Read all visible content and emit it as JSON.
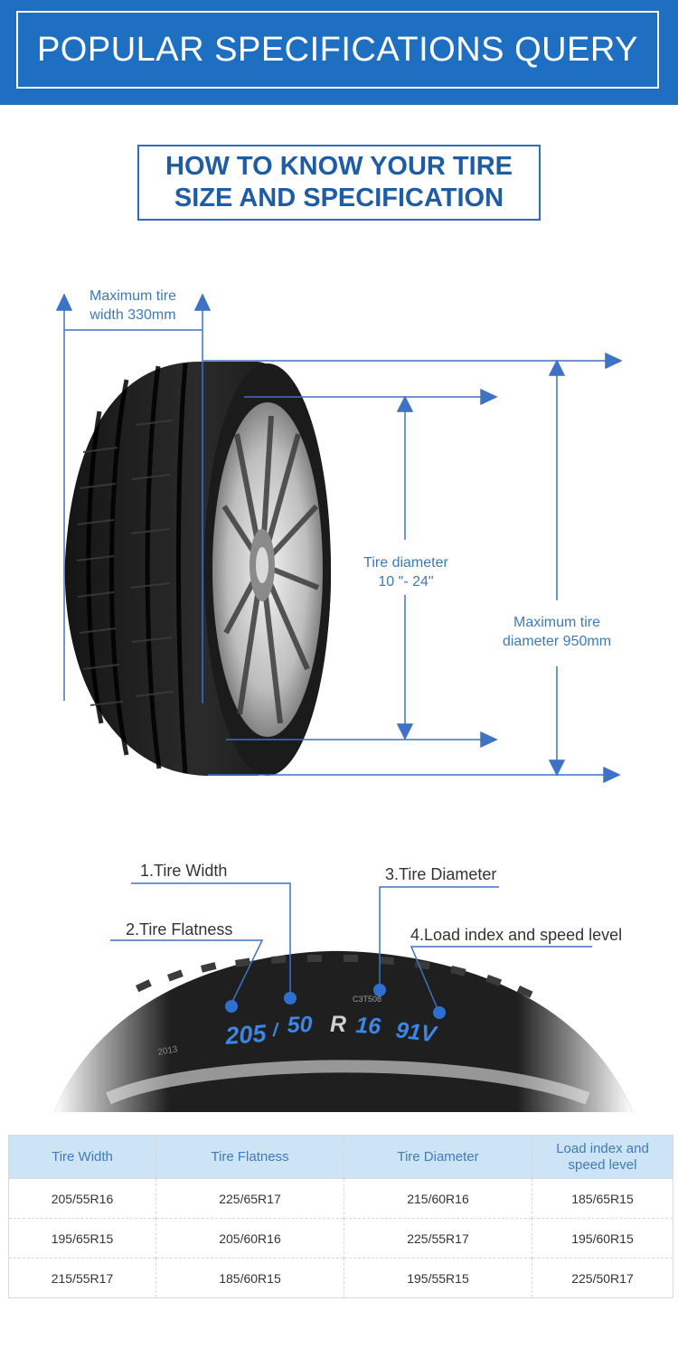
{
  "header": {
    "title": "POPULAR SPECIFICATIONS QUERY"
  },
  "subtitle": {
    "text": "HOW TO KNOW YOUR TIRE\nSIZE AND SPECIFICATION"
  },
  "diagram": {
    "max_width_label": "Maximum tire\nwidth 330mm",
    "tire_diameter_label": "Tire diameter\n10 \"- 24\"",
    "max_diameter_label": "Maximum tire\ndiameter 950mm"
  },
  "sidewall": {
    "callouts": [
      "1.Tire Width",
      "2.Tire Flatness",
      "3.Tire Diameter",
      "4.Load index and speed level"
    ],
    "code_width": "205",
    "code_slash": "/",
    "code_flatness": "50",
    "code_r": "R",
    "code_diameter": "16",
    "code_load": "91V",
    "small_text_1": "2013",
    "small_text_2": "C3T508"
  },
  "table": {
    "headers": [
      "Tire Width",
      "Tire Flatness",
      "Tire Diameter",
      "Load index and\nspeed level"
    ],
    "rows": [
      [
        "205/55R16",
        "225/65R17",
        "215/60R16",
        "185/65R15"
      ],
      [
        "195/65R15",
        "205/60R16",
        "225/55R17",
        "195/60R15"
      ],
      [
        "215/55R17",
        "185/60R15",
        "195/55R15",
        "225/50R17"
      ]
    ]
  },
  "colors": {
    "banner": "#1e6fc2",
    "accent": "#3d72c4",
    "table_header_bg": "#cde3f6"
  }
}
